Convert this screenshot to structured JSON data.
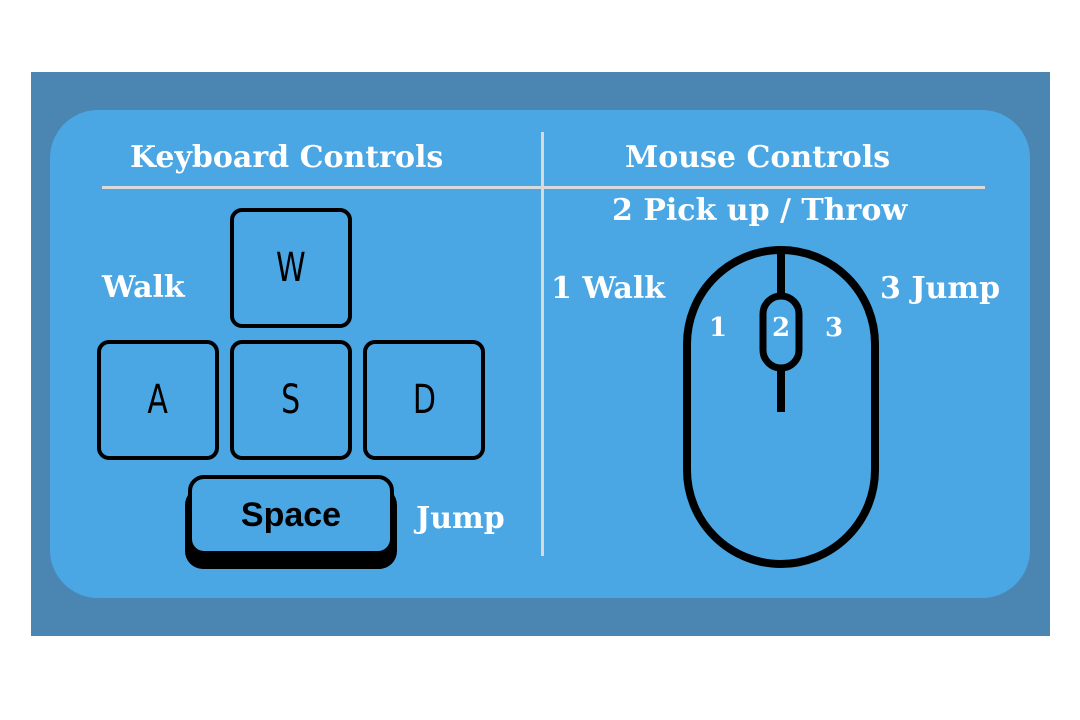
{
  "keyboard": {
    "title": "Keyboard Controls",
    "walk_label": "Walk",
    "jump_label": "Jump",
    "keys": {
      "w": "W",
      "a": "A",
      "s": "S",
      "d": "D",
      "space": "Space"
    }
  },
  "mouse": {
    "title": "Mouse Controls",
    "middle_label": "2 Pick up / Throw",
    "left_label": "1 Walk",
    "right_label": "3  Jump",
    "buttons": {
      "left": "1",
      "middle": "2",
      "right": "3"
    },
    "icon": "computer-mouse-icon"
  },
  "colors": {
    "frame": "#4a86b1",
    "panel": "#4ba6e4",
    "divider": "#d9d9d9",
    "text": "#ffffff",
    "outline": "#000000"
  }
}
